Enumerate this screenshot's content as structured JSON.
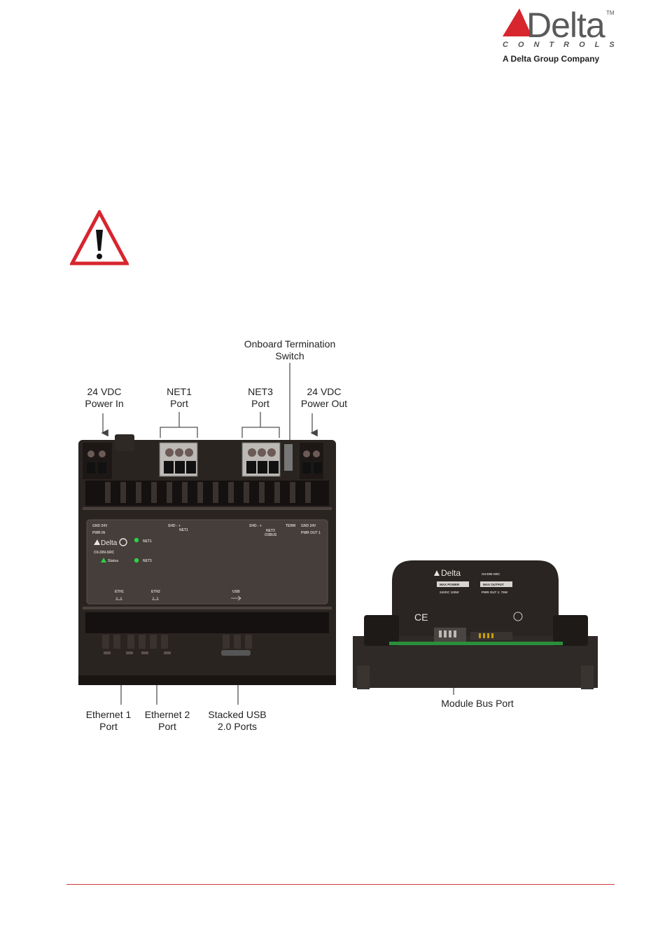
{
  "logo": {
    "wordmark": "Delta",
    "trademark": "TM",
    "controls": "CONTROLS",
    "company": "A Delta Group Company",
    "brand_color": "#d7262e"
  },
  "warning_icon": "warning-triangle-icon",
  "callouts": {
    "termination_switch": "Onboard Termination\nSwitch",
    "power_in": "24 VDC\nPower In",
    "net1_port": "NET1\nPort",
    "net3_port": "NET3\nPort",
    "power_out": "24 VDC\nPower Out",
    "ethernet1_port": "Ethernet 1\nPort",
    "ethernet2_port": "Ethernet 2\nPort",
    "usb_ports": "Stacked USB\n2.0 Ports",
    "module_bus_port": "Module Bus Port"
  },
  "controller_panel": {
    "gnd_24v_left": "GND  24V",
    "pwr_in": "PWR IN",
    "shd_net1": "SHD   -   +",
    "net1": "NET1",
    "shd_net3": "SHD   -   +",
    "net3": "NET3",
    "o3bus": "O3BUS",
    "term": "TERM",
    "gnd_24v_right": "GND  24V",
    "pwr_out": "PWR OUT 1",
    "brand": "Delta",
    "model": "O3-DIN-SRC",
    "status": "Status",
    "led_net1": "NET1",
    "led_net3": "NET3",
    "eth1": "ETH1",
    "eth2": "ETH2",
    "usb": "USB"
  },
  "module_panel": {
    "brand": "Delta",
    "model": "O3-DIN-SRC",
    "max_power": "MAX POWER",
    "max_power_value": "24VDC 100W",
    "max_output": "MAX OUTPUT",
    "max_output_value": "PWR OUT 1: 75W",
    "ce": "CE"
  }
}
